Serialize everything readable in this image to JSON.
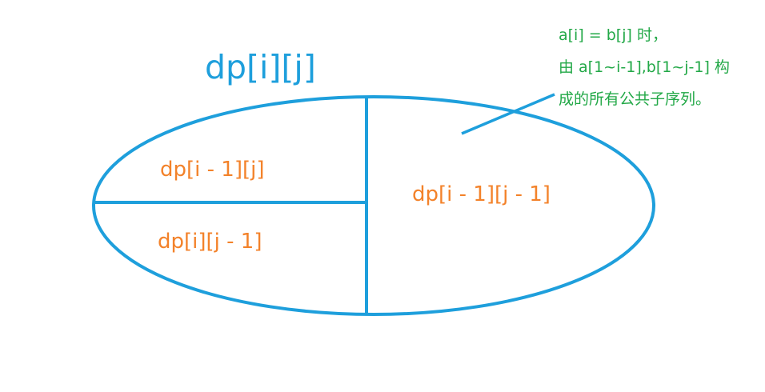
{
  "title": "dp[i][j]",
  "regions": {
    "top_left": "dp[i - 1][j]",
    "bottom_left": "dp[i][j - 1]",
    "right": "dp[i - 1][j - 1]"
  },
  "annotation": {
    "lines": [
      "a[i] = b[j] 时，",
      "由 a[1~i-1],b[1~j-1] 构",
      "成的所有公共子序列。"
    ]
  },
  "colors": {
    "shape": "#1e9fdc",
    "title": "#1e9fdc",
    "region_labels": "#f3822a",
    "annotation": "#22a847"
  }
}
